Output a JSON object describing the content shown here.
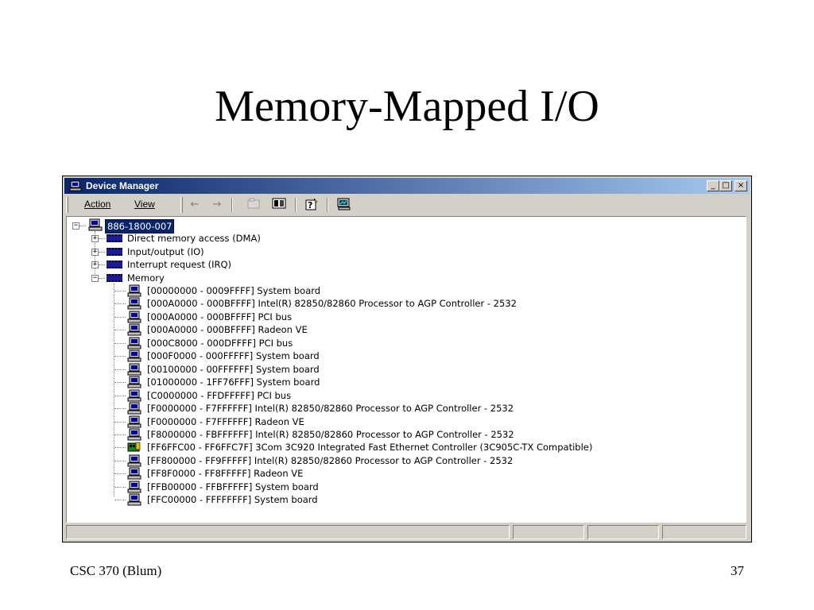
{
  "slide": {
    "title": "Memory-Mapped I/O",
    "footer_left": "CSC 370 (Blum)",
    "page_number": "37"
  },
  "window": {
    "title": "Device Manager",
    "buttons": {
      "minimize": "_",
      "maximize": "□",
      "close": "×"
    }
  },
  "menu": {
    "action": "Action",
    "view": "View"
  },
  "toolbar_icons": [
    "back-arrow-icon",
    "forward-arrow-icon",
    "properties-icon",
    "show-hide-tree-icon",
    "help-icon",
    "scan-hardware-icon"
  ],
  "tree": {
    "root": "886-1800-007",
    "categories": [
      "Direct memory access (DMA)",
      "Input/output (IO)",
      "Interrupt request (IRQ)",
      "Memory"
    ],
    "memory_items": [
      "[00000000 - 0009FFFF]  System board",
      "[000A0000 - 000BFFFF]  Intel(R) 82850/82860 Processor to AGP Controller - 2532",
      "[000A0000 - 000BFFFF]  PCI bus",
      "[000A0000 - 000BFFFF]  Radeon VE",
      "[000C8000 - 000DFFFF]  PCI bus",
      "[000F0000 - 000FFFFF]  System board",
      "[00100000 - 00FFFFFF]  System board",
      "[01000000 - 1FF76FFF]  System board",
      "[C0000000 - FFDFFFFF]  PCI bus",
      "[F0000000 - F7FFFFFF]  Intel(R) 82850/82860 Processor to AGP Controller - 2532",
      "[F0000000 - F7FFFFFF]  Radeon VE",
      "[F8000000 - FBFFFFFF]  Intel(R) 82850/82860 Processor to AGP Controller - 2532",
      "[FF6FFC00 - FF6FFC7F]  3Com 3C920 Integrated Fast Ethernet Controller (3C905C-TX Compatible)",
      "[FF800000 - FF9FFFFF]  Intel(R) 82850/82860 Processor to AGP Controller - 2532",
      "[FF8F0000 - FF8FFFFF]  Radeon VE",
      "[FFB00000 - FFBFFFFF]  System board",
      "[FFC00000 - FFFFFFFF]  System board"
    ]
  },
  "colors": {
    "titlebar_start": "#0a246a",
    "titlebar_end": "#a6caf0",
    "window_face": "#d4d0c8",
    "selection": "#0a246a"
  }
}
